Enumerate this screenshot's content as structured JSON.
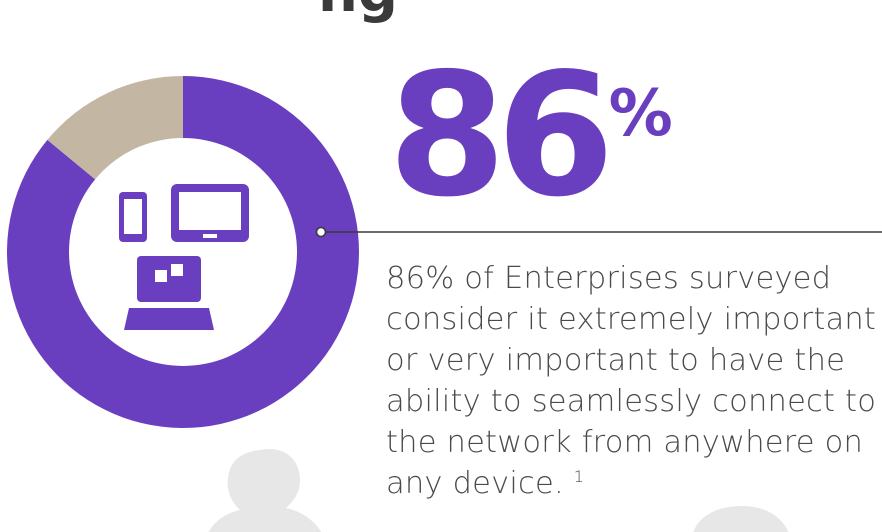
{
  "header": {
    "title_peek": "ng"
  },
  "colors": {
    "primary": "#6a3fbf",
    "secondary": "#c3b7a4",
    "inner": "#ffffff",
    "text": "#4a4a4a",
    "silhouette": "#e7e7e7"
  },
  "icons": [
    "phone-icon",
    "monitor-icon",
    "laptop-icon"
  ],
  "stat": {
    "value": "86",
    "unit": "%"
  },
  "description": {
    "text": "86% of Enterprises surveyed consider it extremely important or very important to have the ability to seamlessly connect to the network from anywhere on any device.",
    "footnote": "1"
  },
  "chart_data": {
    "type": "pie",
    "variant": "donut",
    "slices": [
      {
        "value": 86,
        "color": "#6a3fbf"
      },
      {
        "value": 14,
        "color": "#c3b7a4"
      }
    ]
  }
}
